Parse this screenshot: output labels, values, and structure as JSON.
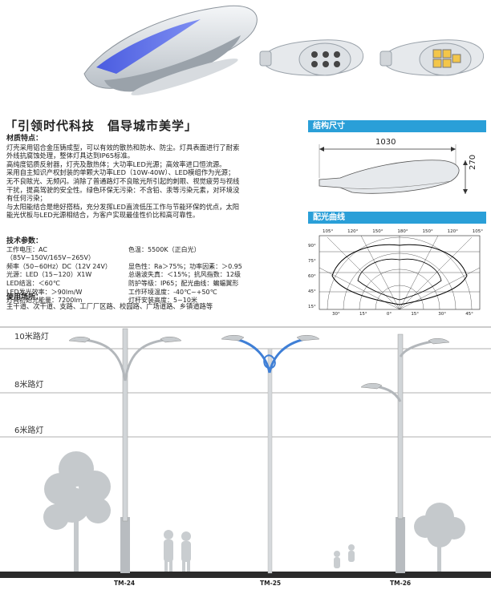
{
  "slogan": "「引领时代科技　倡导城市美学」",
  "material_title": "材质特点：",
  "material_lines": [
    "灯壳采用铝合金压铸成型，可以有效的散热和防水、防尘。灯具表面进行了耐索",
    "外线抗腐蚀处理，整体灯具达到IP65标准。",
    "高纯度铝质反射器，灯壳及散热体；大功率LED光源；高效率进口恒流源。",
    "采用自主知识产权封装的单颗大功率LED（10W-40W）、LED模组作为光源；",
    "无不良眩光、无频闪。消除了普通路灯不良眩光所引起的刺眼、视觉疲劳与视线",
    "干扰，提高驾驶的安全性。绿色环保无污染：不含铅、汞等污染元素，对环境没",
    "有任何污染；",
    "与太阳能结合是绝好搭档，充分发挥LED直流低压工作与节能环保的优点，太阳",
    "能光伏板与LED光源相结合，为客户实现最佳性价比和高可靠性。"
  ],
  "tech_title": "技术参数：",
  "tech_rows": [
    [
      "工作电压：AC（85V~150V/165V~265V）",
      "色温：5500K（正白光）"
    ],
    [
      "频率（50~60Hz）DC（12V  24V）",
      "显色性：Ra＞75%；功率因素：＞0.95"
    ],
    [
      "光源：LED（15~120）X1W",
      "总谐波失真：＜15%；抗风指数：12级"
    ],
    [
      "LED结温：＜60℃",
      "防护等级：IP65；配光曲线：蝙蝠翼形"
    ],
    [
      "LED发光效率：＞90lm/W",
      "工作环境温度：-40℃~+50℃"
    ],
    [
      "灯具初始光能量：7200lm",
      "灯杆安装高度：5~10米"
    ]
  ],
  "usage_title": "使用场所：",
  "usage_text": "主干道、次干道、支路、工厂厂区路、校园路、广场道路、乡镇道路等",
  "structure_title": "结构尺寸",
  "dim_length": "1030",
  "dim_height": "270",
  "light_curve_title": "配光曲线",
  "polar_top_labels": [
    "105°",
    "120°",
    "150°",
    "180°",
    "150°",
    "120°",
    "105°"
  ],
  "polar_left_labels": [
    "90°",
    "75°",
    "60°",
    "45°",
    "15°"
  ],
  "polar_bottom_labels": [
    "30°",
    "15°",
    "0°",
    "15°",
    "30°",
    "45°"
  ],
  "height_labels": [
    "10米路灯",
    "8米路灯",
    "6米路灯"
  ],
  "models": [
    "TM-24",
    "TM-25",
    "TM-26"
  ],
  "colors": {
    "accent": "#2a9fd8",
    "blue_arm": "#3f7fd6",
    "pole": "#c9cdd1"
  }
}
